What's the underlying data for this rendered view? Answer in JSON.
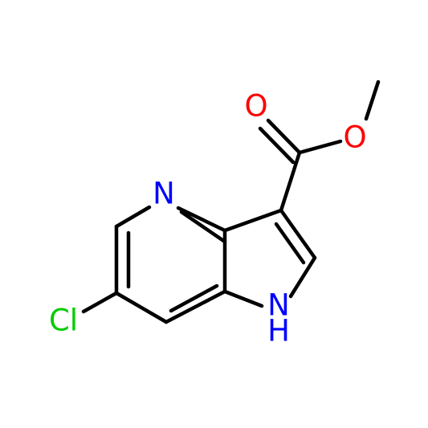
{
  "molecule": {
    "atoms": {
      "ring_n": {
        "text": "N",
        "color": "#0000ff"
      },
      "nh": {
        "text": "N",
        "color": "#0000ff"
      },
      "nh_h": {
        "text": "H",
        "color": "#0000ff"
      },
      "chlorine": {
        "text": "Cl",
        "color": "#00cc00"
      },
      "carbonyl_o": {
        "text": "O",
        "color": "#ff0000"
      },
      "ester_o": {
        "text": "O",
        "color": "#ff0000"
      }
    },
    "bond_color": "#000000"
  }
}
